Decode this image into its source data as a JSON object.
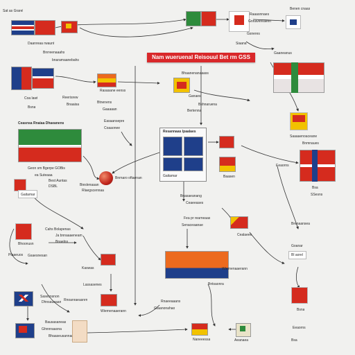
{
  "title": "Nam wueruenal Reisouul Bet rm GSS",
  "panel_caption": "Resannaas lpaalaes",
  "globe_caption": "Bnrnaro oftaenan",
  "labels": {
    "tl_top": "Sat as Grarel",
    "tl_2": "Daanreaa rwaunt",
    "tl_3": "Bnrreenaaahs",
    "tl_4": "bnaramaanebahs",
    "l_flag2": "Coa lawt",
    "l_1": "Bsna",
    "l_2": "Reerisrew",
    "l_3": "Bnaaisa",
    "l_big": "Ceasnsa Rnaiaa Dhaeanens",
    "l_mid": "Geon sm Bgerpe GOBis",
    "l_mid2": "ea Suteaaa",
    "l_small": "Gaitamar",
    "l_card": "Bhoonusn",
    "l_card_sub": "Ptaaeuos",
    "l_low1": "Cahs Bolapenas",
    "l_low2": "Ja bnnaaaeneam",
    "l_b1": "Sasesnsnon",
    "l_b2": "Dhnsaueaan",
    "l_b3": "Bausasaneas",
    "l_b4": "Ghnnnaaona",
    "c_1": "Best Auntas",
    "c_2": "DSBL",
    "c_3": "Bieslenaaan",
    "c_4": "Rlaegscennaa",
    "c_5": "Bnaelns",
    "c_6": "Gsaesnesan",
    "c_7": "Kaswas",
    "c_8": "Lassasenes",
    "c_9": "Rnoanraeasnrn",
    "c_10": "Bhaaseusannans",
    "c_11": "Rasasane eenss",
    "c_12": "Btnenens",
    "c_13": "Gaaaaan",
    "c_14": "Easaansepre",
    "c_15": "Coaaonee",
    "c_16": "Bhaanenanaaass",
    "c_17": "Ganaes",
    "c_18": "Bshnaruena",
    "c_19": "Bertenna",
    "r_top": "Benen cnaas",
    "r_1": "Bnasaeanang",
    "r_2": "Ceaeeases",
    "r_3": "Fea pr rearneaas",
    "r_4": "Senaceaanae",
    "r_5": "Bntsaonra",
    "r_6": "Rnaeeaaans",
    "r_7": "Gtaanonahao",
    "r_8": "Wiernenaaerann",
    "r_9": "Naneeessa",
    "r_10": "Aeanaea",
    "r_11": "Raaasnnaes",
    "r_12": "Gnnavereaenn",
    "r_13": "Gsneres",
    "r_14": "Siaana",
    "r_15": "Gaaneanus",
    "r_16": "Saaaaenoaceane",
    "r_17": "Bnmnaues",
    "r_18": "Baasen",
    "r_19": "Eeaorns",
    "r_20": "Bsa",
    "r_21": "SSesns",
    "r_22": "Cealaeee",
    "r_23": "Brenaansea",
    "r_24": "Goanar",
    "r_25": "Bl aorel"
  },
  "colors": {
    "banner": "#d9282a",
    "wire": "#333333",
    "red": "#d52b1e",
    "navy": "#1f3f8a",
    "green": "#2e8b3c",
    "yellow": "#f2c200",
    "orange": "#ec6a1e"
  }
}
